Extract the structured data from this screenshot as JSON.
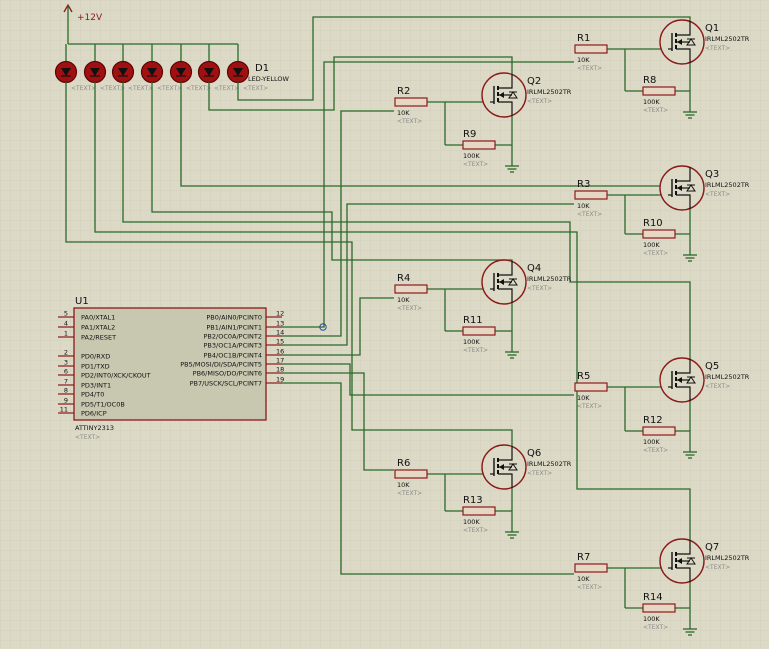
{
  "power_label": "+12V",
  "led": {
    "ref": "D1",
    "value": "LED-YELLOW",
    "placeholder": "<TEXT>",
    "count": 7
  },
  "mosfets": [
    {
      "ref": "Q1",
      "part": "IRLML2502TR",
      "text": "<TEXT>"
    },
    {
      "ref": "Q2",
      "part": "IRLML2502TR",
      "text": "<TEXT>"
    },
    {
      "ref": "Q3",
      "part": "IRLML2502TR",
      "text": "<TEXT>"
    },
    {
      "ref": "Q4",
      "part": "IRLML2502TR",
      "text": "<TEXT>"
    },
    {
      "ref": "Q5",
      "part": "IRLML2502TR",
      "text": "<TEXT>"
    },
    {
      "ref": "Q6",
      "part": "IRLML2502TR",
      "text": "<TEXT>"
    },
    {
      "ref": "Q7",
      "part": "IRLML2502TR",
      "text": "<TEXT>"
    }
  ],
  "gate_resistors": [
    {
      "ref": "R1",
      "value": "10K",
      "text": "<TEXT>"
    },
    {
      "ref": "R2",
      "value": "10K",
      "text": "<TEXT>"
    },
    {
      "ref": "R3",
      "value": "10K",
      "text": "<TEXT>"
    },
    {
      "ref": "R4",
      "value": "10K",
      "text": "<TEXT>"
    },
    {
      "ref": "R5",
      "value": "10K",
      "text": "<TEXT>"
    },
    {
      "ref": "R6",
      "value": "10K",
      "text": "<TEXT>"
    },
    {
      "ref": "R7",
      "value": "10K",
      "text": "<TEXT>"
    }
  ],
  "pulldown_resistors": [
    {
      "ref": "R8",
      "value": "100K",
      "text": "<TEXT>"
    },
    {
      "ref": "R9",
      "value": "100K",
      "text": "<TEXT>"
    },
    {
      "ref": "R10",
      "value": "100K",
      "text": "<TEXT>"
    },
    {
      "ref": "R11",
      "value": "100K",
      "text": "<TEXT>"
    },
    {
      "ref": "R12",
      "value": "100K",
      "text": "<TEXT>"
    },
    {
      "ref": "R13",
      "value": "100K",
      "text": "<TEXT>"
    },
    {
      "ref": "R14",
      "value": "100K",
      "text": "<TEXT>"
    }
  ],
  "mcu": {
    "ref": "U1",
    "part": "ATTINY2313",
    "text": "<TEXT>",
    "left_pins": [
      {
        "num": "5",
        "name": "PA0/XTAL1"
      },
      {
        "num": "4",
        "name": "PA1/XTAL2"
      },
      {
        "num": "1",
        "name": "PA2/RESET"
      },
      {
        "num": "2",
        "name": "PD0/RXD"
      },
      {
        "num": "3",
        "name": "PD1/TXD"
      },
      {
        "num": "6",
        "name": "PD2/INT0/XCK/CKOUT"
      },
      {
        "num": "7",
        "name": "PD3/INT1"
      },
      {
        "num": "8",
        "name": "PD4/T0"
      },
      {
        "num": "9",
        "name": "PD5/T1/OC0B"
      },
      {
        "num": "11",
        "name": "PD6/ICP"
      }
    ],
    "right_pins": [
      {
        "num": "12",
        "name": "PB0/AIN0/PCINT0"
      },
      {
        "num": "13",
        "name": "PB1/AIN1/PCINT1"
      },
      {
        "num": "14",
        "name": "PB2/OC0A/PCINT2"
      },
      {
        "num": "15",
        "name": "PB3/OC1A/PCINT3"
      },
      {
        "num": "16",
        "name": "PB4/OC1B/PCINT4"
      },
      {
        "num": "17",
        "name": "PB5/MOSI/DI/SDA/PCINT5"
      },
      {
        "num": "18",
        "name": "PB6/MISO/DO/PCINT6"
      },
      {
        "num": "19",
        "name": "PB7/USCK/SCL/PCINT7"
      }
    ]
  },
  "colors": {
    "background": "#dcd9c6",
    "wire": "#2a6a2a",
    "component": "#8b1a1a",
    "grid": "#cbc8b4",
    "led_fill": "#a01010",
    "mcu_fill": "#c8c7b0"
  }
}
